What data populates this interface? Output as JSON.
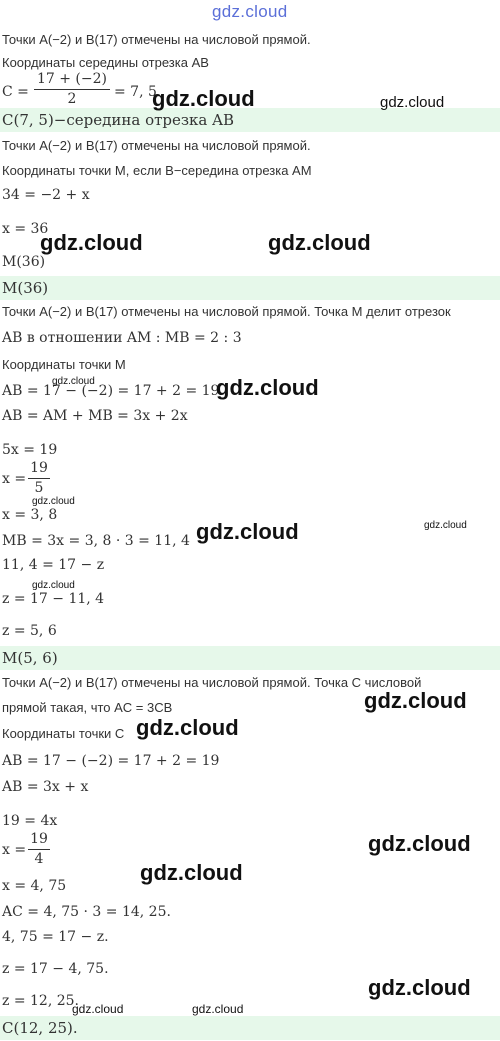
{
  "header": {
    "logo": "gdz.cloud"
  },
  "part1": {
    "cond": "Точки A(−2) и B(17) отмечены на числовой прямой.",
    "sub": "Координаты середины отрезка AB",
    "eq_left": "C =",
    "frac_num": "17 + (−2)",
    "frac_den": "2",
    "eq_right": "= 7, 5",
    "answer": "C(7, 5)−середина отрезка AB"
  },
  "part2": {
    "cond": "Точки A(−2) и B(17) отмечены на числовой прямой.",
    "sub": "Координаты точки M, если B−середина отрезка AM",
    "l1": "34 = −2 + x",
    "l2": "x = 36",
    "l3": "M(36)",
    "answer": "M(36)"
  },
  "part3": {
    "cond": "Точки A(−2) и B(17) отмечены на числовой прямой. Точка M делит отрезок",
    "cond2": "AB в отношении AM  :  MB = 2 : 3",
    "sub": "Координаты точки M",
    "l1": "AB = 17 − (−2) = 17 + 2 = 19",
    "l2": "AB = AM + MB = 3x + 2x",
    "l3": "5x = 19",
    "frac_left": "x =",
    "frac_num": "19",
    "frac_den": "5",
    "l4": "x = 3, 8",
    "l5": "MB = 3x = 3, 8 · 3 = 11, 4",
    "l6": "11, 4 = 17 − z",
    "l7": "z = 17 − 11, 4",
    "l8": "z = 5, 6",
    "answer": "M(5, 6)"
  },
  "part4": {
    "cond": "Точки A(−2) и B(17) отмечены на числовой прямой. Точка C числовой",
    "cond2": "прямой такая, что AC = 3CB",
    "sub": "Координаты точки C",
    "l1": "AB = 17 − (−2) = 17 + 2 = 19",
    "l2": "AB = 3x + x",
    "l3": "19 = 4x",
    "frac_left": "x =",
    "frac_num": "19",
    "frac_den": "4",
    "l4": "x = 4, 75",
    "l5": "AC = 4, 75 · 3 = 14, 25.",
    "l6": "4, 75 = 17 − z.",
    "l7": "z = 17 − 4, 75.",
    "l8": "z = 12, 25.",
    "answer": "C(12, 25)."
  },
  "watermarks": {
    "text": "gdz.cloud"
  }
}
